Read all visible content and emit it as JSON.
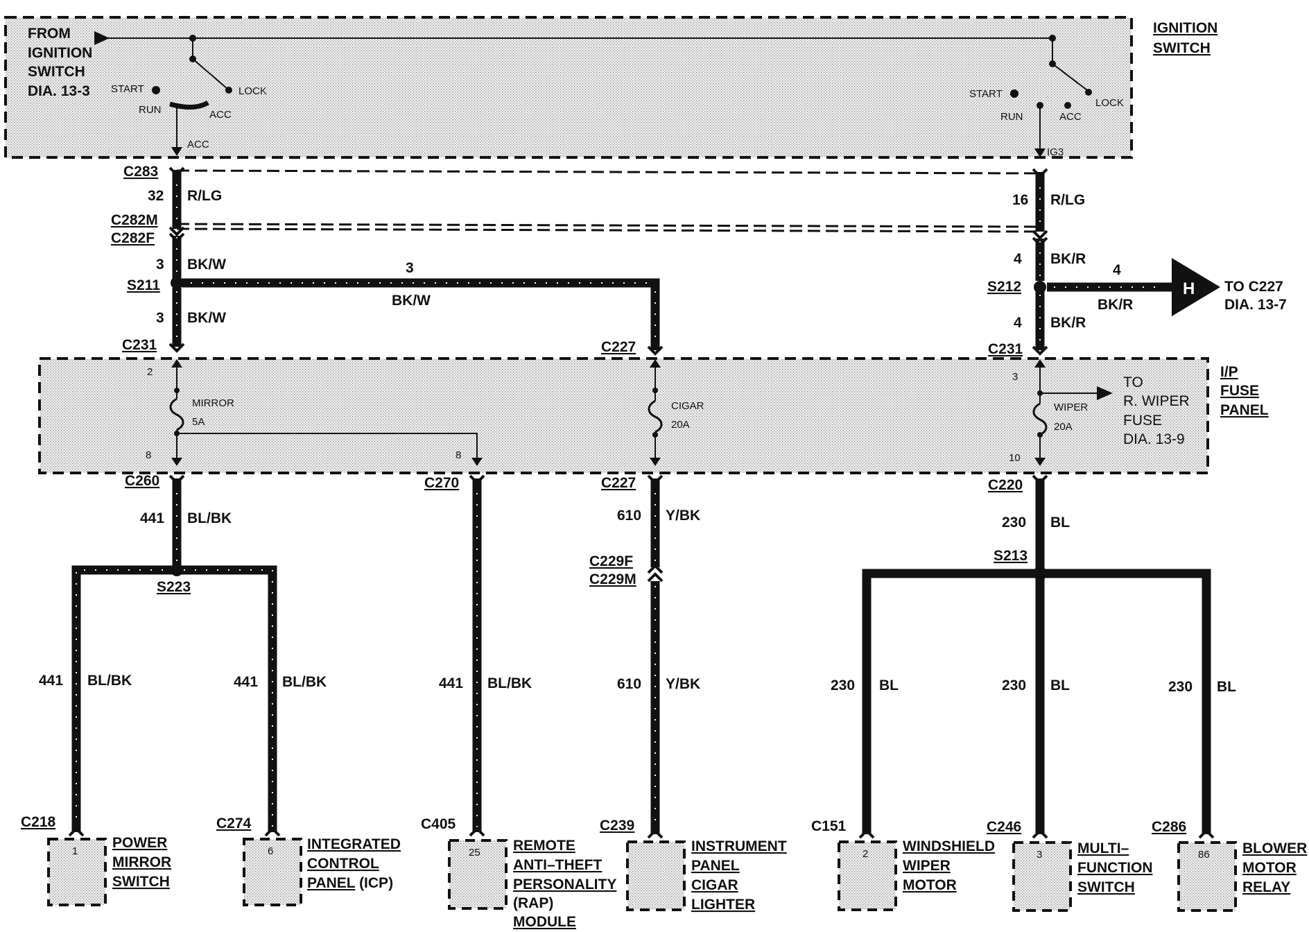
{
  "ignition_switch": {
    "title_line1": "IGNITION",
    "title_line2": "SWITCH",
    "from_line1": "FROM",
    "from_line2": "IGNITION",
    "from_line3": "SWITCH",
    "from_line4": "DIA. 13-3",
    "left_contacts": {
      "start": "START",
      "run": "RUN",
      "lock": "LOCK",
      "acc": "ACC",
      "out": "ACC"
    },
    "right_contacts": {
      "start": "START",
      "run": "RUN",
      "lock": "LOCK",
      "acc": "ACC",
      "out": "IG3"
    }
  },
  "fuse_panel": {
    "title_line1": "I/P",
    "title_line2": "FUSE",
    "title_line3": "PANEL",
    "fuses": [
      {
        "name": "MIRROR",
        "rating": "5A",
        "pin_in": "2",
        "pin_out": "8",
        "pin_out2": "8"
      },
      {
        "name": "CIGAR",
        "rating": "20A"
      },
      {
        "name": "WIPER",
        "rating": "20A",
        "pin_in": "3",
        "pin_out": "10"
      }
    ],
    "to_wiper_line1": "TO",
    "to_wiper_line2": "R. WIPER",
    "to_wiper_line3": "FUSE",
    "to_wiper_line4": "DIA. 13-9"
  },
  "connectors": {
    "c283": "C283",
    "c282m": "C282M",
    "c282f": "C282F",
    "s211": "S211",
    "s212": "S212",
    "c231_left": "C231",
    "c227_top": "C227",
    "c231_right": "C231",
    "c260": "C260",
    "c270": "C270",
    "c227_bottom": "C227",
    "c220": "C220",
    "s223": "S223",
    "s213": "S213",
    "c229f": "C229F",
    "c229m": "C229M",
    "c218": "C218",
    "c274": "C274",
    "c405": "C405",
    "c239": "C239",
    "c151": "C151",
    "c246": "C246",
    "c286": "C286"
  },
  "wires": {
    "w32": {
      "circuit": "32",
      "color": "R/LG"
    },
    "w16": {
      "circuit": "16",
      "color": "R/LG"
    },
    "w3a": {
      "circuit": "3",
      "color": "BK/W"
    },
    "w3h": {
      "circuit": "3",
      "color": "BK/W"
    },
    "w3b": {
      "circuit": "3",
      "color": "BK/W"
    },
    "w4a": {
      "circuit": "4",
      "color": "BK/R"
    },
    "w4h": {
      "circuit": "4",
      "color": "BK/R"
    },
    "w4b": {
      "circuit": "4",
      "color": "BK/R"
    },
    "w441a": {
      "circuit": "441",
      "color": "BL/BK"
    },
    "w610a": {
      "circuit": "610",
      "color": "Y/BK"
    },
    "w230a": {
      "circuit": "230",
      "color": "BL"
    },
    "w441b": {
      "circuit": "441",
      "color": "BL/BK"
    },
    "w441c": {
      "circuit": "441",
      "color": "BL/BK"
    },
    "w441d": {
      "circuit": "441",
      "color": "BL/BK"
    },
    "w610b": {
      "circuit": "610",
      "color": "Y/BK"
    },
    "w230b": {
      "circuit": "230",
      "color": "BL"
    },
    "w230c": {
      "circuit": "230",
      "color": "BL"
    },
    "w230d": {
      "circuit": "230",
      "color": "BL"
    }
  },
  "to_c227": {
    "letter": "H",
    "line1": "TO C227",
    "line2": "DIA. 13-7"
  },
  "components": [
    {
      "pin": "1",
      "line1": "POWER",
      "line2": "MIRROR",
      "line3": "SWITCH",
      "line4": "",
      "line5": ""
    },
    {
      "pin": "6",
      "line1": "INTEGRATED",
      "line2": "CONTROL",
      "line3": "PANEL",
      "line3b": " (ICP)",
      "line4": "",
      "line5": ""
    },
    {
      "pin": "25",
      "line1": "REMOTE",
      "line2": "ANTI–THEFT",
      "line3": "PERSONALITY",
      "line4": "(RAP)",
      "line5": "MODULE"
    },
    {
      "pin": "",
      "line1": "INSTRUMENT",
      "line2": "PANEL",
      "line3": "CIGAR",
      "line4": "LIGHTER",
      "line5": ""
    },
    {
      "pin": "2",
      "line1": "WINDSHIELD",
      "line2": "WIPER",
      "line3": "MOTOR",
      "line4": "",
      "line5": ""
    },
    {
      "pin": "3",
      "line1": "MULTI–",
      "line2": "FUNCTION",
      "line3": "SWITCH",
      "line4": "",
      "line5": ""
    },
    {
      "pin": "86",
      "line1": "BLOWER",
      "line2": "MOTOR",
      "line3": "RELAY",
      "line4": "",
      "line5": ""
    }
  ]
}
